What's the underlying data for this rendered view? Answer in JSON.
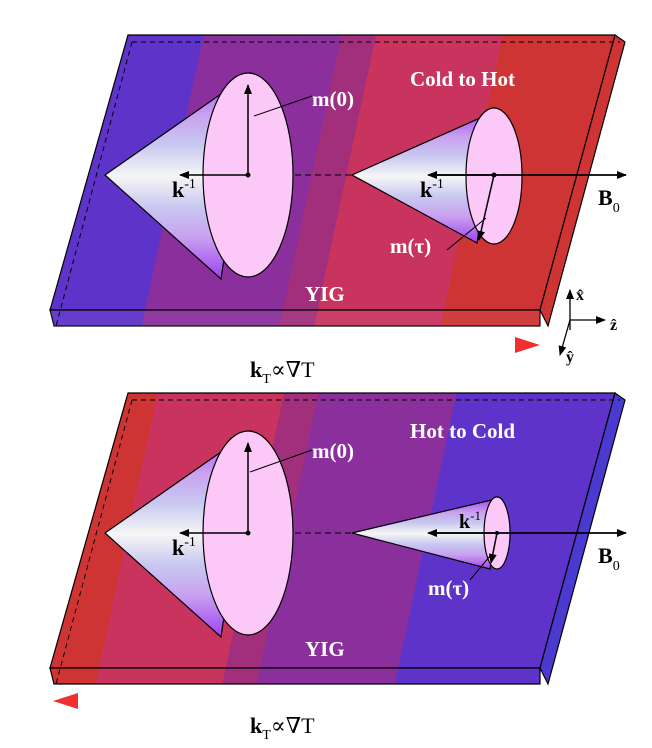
{
  "top_panel": {
    "title": "Cold to Hot",
    "material": "YIG",
    "m0_label": "m(0)",
    "mtau_label": "m(τ)",
    "k_label": "k",
    "k_exp": "-1",
    "field_label": "B",
    "field_sub": "0",
    "gradient_label_k": "k",
    "gradient_label_sub": "T",
    "gradient_label_rest": "∝∇T",
    "gradient_direction": "right"
  },
  "bottom_panel": {
    "title": "Hot to Cold",
    "material": "YIG",
    "m0_label": "m(0)",
    "mtau_label": "m(τ)",
    "k_label": "k",
    "k_exp": "-1",
    "field_label": "B",
    "field_sub": "0",
    "gradient_label_k": "k",
    "gradient_label_sub": "T",
    "gradient_label_rest": "∝∇T",
    "gradient_direction": "left"
  },
  "axes": {
    "x": "x̂",
    "z": "ẑ",
    "y": "ŷ"
  },
  "colors": {
    "cold": "#5e33c9",
    "hot": "#cf3434",
    "cone_face": "#fbc8f8"
  }
}
